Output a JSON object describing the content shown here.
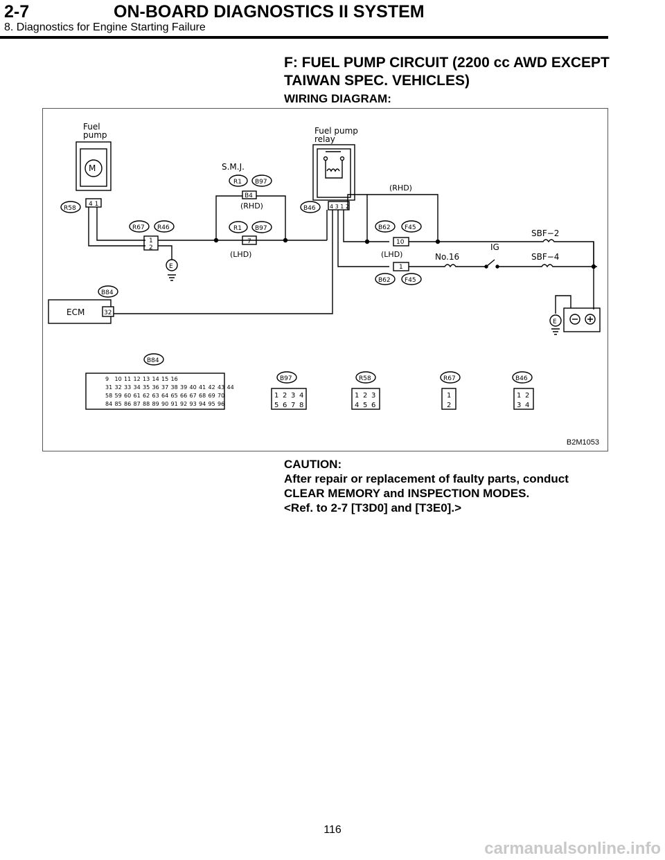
{
  "header": {
    "section": "2-7",
    "title": "ON-BOARD DIAGNOSTICS II SYSTEM",
    "subtitle": "8. Diagnostics for Engine Starting Failure"
  },
  "section_title": "F:  FUEL PUMP CIRCUIT (2200 cc AWD EXCEPT TAIWAN SPEC. VEHICLES)",
  "wiring_label": "WIRING DIAGRAM:",
  "diagram": {
    "figure_code": "B2M1053",
    "components": {
      "fuel_pump_l1": "Fuel",
      "fuel_pump_l2": "pump",
      "relay_l1": "Fuel pump",
      "relay_l2": "relay",
      "smj": "S.M.J.",
      "ecm": "ECM",
      "no16": "No.16",
      "ig": "IG",
      "sbf2": "SBF−2",
      "sbf4": "SBF−4",
      "rhd": "(RHD)",
      "lhd": "(LHD)",
      "ground": "E"
    },
    "connectors": {
      "r58": "R58",
      "r67": "R67",
      "r46": "R46",
      "r1": "R1",
      "b97": "B97",
      "b46": "B46",
      "b62": "B62",
      "f45": "F45",
      "b84": "B84",
      "b4": "B4"
    },
    "pins": {
      "p7": "7",
      "p10": "10",
      "p1": "1",
      "p2": "2",
      "p32": "32"
    },
    "connector_faces": {
      "b84_rows": [
        [
          "9",
          "10",
          "11",
          "12",
          "13",
          "14",
          "15",
          "16"
        ],
        [
          "31",
          "32",
          "33",
          "34",
          "35",
          "36",
          "37",
          "38",
          "39",
          "40",
          "41",
          "42",
          "43",
          "44"
        ],
        [
          "58",
          "59",
          "60",
          "61",
          "62",
          "63",
          "64",
          "65",
          "66",
          "67",
          "68",
          "69",
          "70"
        ],
        [
          "84",
          "85",
          "86",
          "87",
          "88",
          "89",
          "90",
          "91",
          "92",
          "93",
          "94",
          "95",
          "96"
        ]
      ],
      "b97_rows": [
        [
          "1",
          "2",
          "3",
          "4"
        ],
        [
          "5",
          "6",
          "7",
          "8"
        ]
      ],
      "r58_rows": [
        [
          "1",
          "2",
          "3"
        ],
        [
          "4",
          "5",
          "6"
        ]
      ],
      "r67_rows": [
        [
          "1"
        ],
        [
          "2"
        ]
      ],
      "b46_rows": [
        [
          "1",
          "2"
        ],
        [
          "3",
          "4"
        ]
      ]
    }
  },
  "caution": {
    "heading": "CAUTION:",
    "line1": "After repair or replacement of faulty parts, conduct",
    "line2": "CLEAR MEMORY and INSPECTION MODES.",
    "line3": "<Ref. to 2-7 [T3D0] and [T3E0].>"
  },
  "page_number": "116",
  "watermark": "carmanualsonline.info"
}
